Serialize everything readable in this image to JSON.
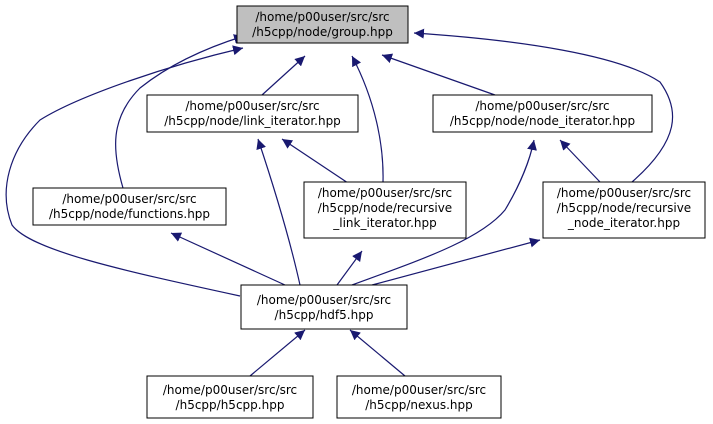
{
  "nodes": {
    "group": {
      "lines": [
        "/home/p00user/src/src",
        "/h5cpp/node/group.hpp"
      ],
      "fill": "#bfbfbf"
    },
    "link_iterator": {
      "lines": [
        "/home/p00user/src/src",
        "/h5cpp/node/link_iterator.hpp"
      ],
      "fill": "#ffffff"
    },
    "node_iterator": {
      "lines": [
        "/home/p00user/src/src",
        "/h5cpp/node/node_iterator.hpp"
      ],
      "fill": "#ffffff"
    },
    "functions": {
      "lines": [
        "/home/p00user/src/src",
        "/h5cpp/node/functions.hpp"
      ],
      "fill": "#ffffff"
    },
    "recursive_link": {
      "lines": [
        "/home/p00user/src/src",
        "/h5cpp/node/recursive",
        "_link_iterator.hpp"
      ],
      "fill": "#ffffff"
    },
    "recursive_node": {
      "lines": [
        "/home/p00user/src/src",
        "/h5cpp/node/recursive",
        "_node_iterator.hpp"
      ],
      "fill": "#ffffff"
    },
    "hdf5": {
      "lines": [
        "/home/p00user/src/src",
        "/h5cpp/hdf5.hpp"
      ],
      "fill": "#ffffff"
    },
    "h5cpp": {
      "lines": [
        "/home/p00user/src/src",
        "/h5cpp/h5cpp.hpp"
      ],
      "fill": "#ffffff"
    },
    "nexus": {
      "lines": [
        "/home/p00user/src/src",
        "/h5cpp/nexus.hpp"
      ],
      "fill": "#ffffff"
    }
  },
  "edges": [
    {
      "from": "link_iterator",
      "to": "group"
    },
    {
      "from": "node_iterator",
      "to": "group"
    },
    {
      "from": "functions",
      "to": "group"
    },
    {
      "from": "recursive_link",
      "to": "group"
    },
    {
      "from": "recursive_node",
      "to": "group"
    },
    {
      "from": "hdf5",
      "to": "group"
    },
    {
      "from": "hdf5",
      "to": "link_iterator"
    },
    {
      "from": "recursive_link",
      "to": "link_iterator"
    },
    {
      "from": "hdf5",
      "to": "node_iterator"
    },
    {
      "from": "recursive_node",
      "to": "node_iterator"
    },
    {
      "from": "hdf5",
      "to": "functions"
    },
    {
      "from": "hdf5",
      "to": "recursive_link"
    },
    {
      "from": "hdf5",
      "to": "recursive_node"
    },
    {
      "from": "h5cpp",
      "to": "hdf5"
    },
    {
      "from": "nexus",
      "to": "hdf5"
    }
  ],
  "colors": {
    "edge": "#191970",
    "border": "#000000"
  }
}
